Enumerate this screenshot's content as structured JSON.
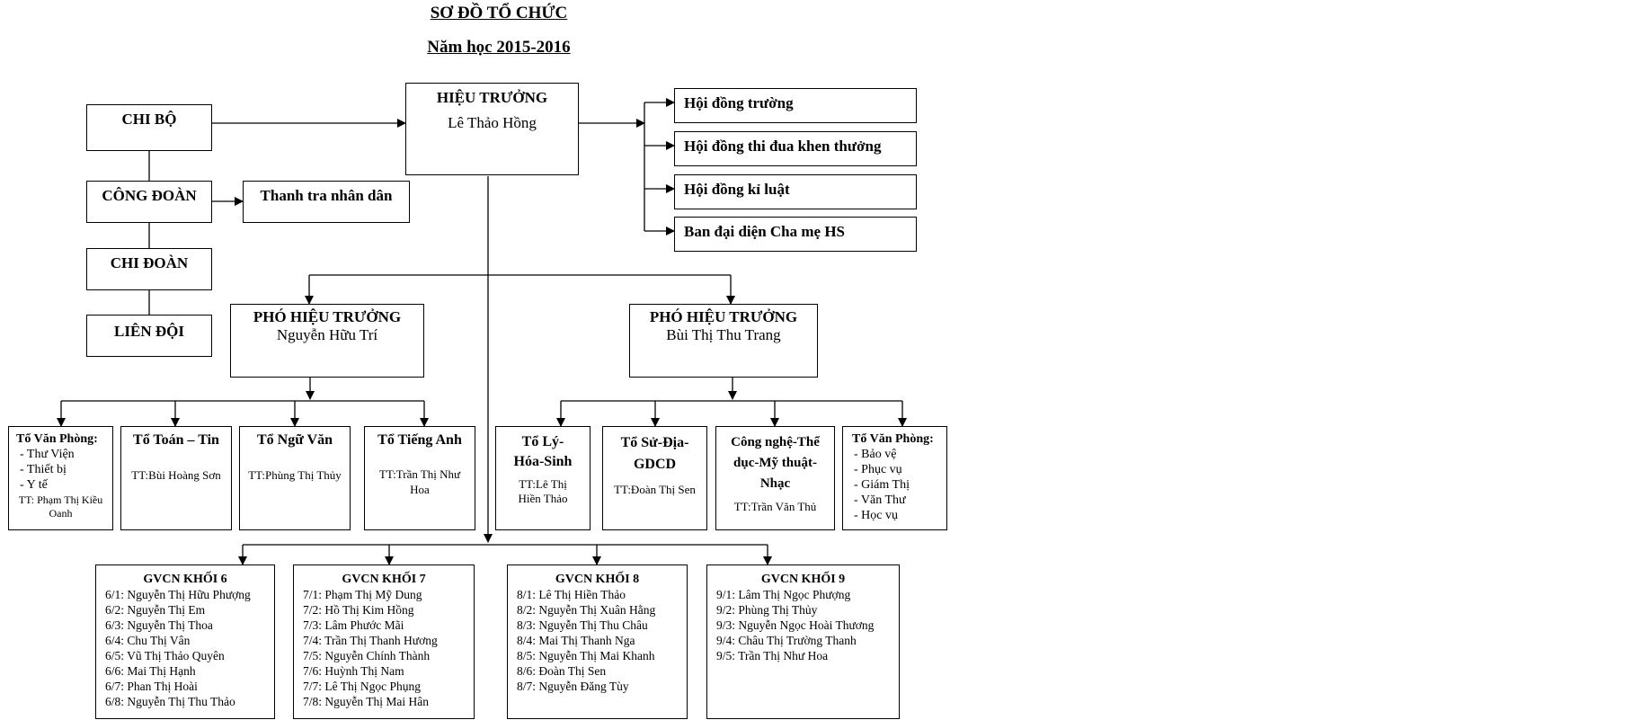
{
  "title": "SƠ ĐỒ TỔ CHỨC",
  "subtitle": "Năm học 2015-2016",
  "principal": {
    "role": "HIỆU TRƯỞNG",
    "name": "Lê Thảo Hồng"
  },
  "left_units": [
    "CHI BỘ",
    "CÔNG ĐOÀN",
    "CHI ĐOÀN",
    "LIÊN ĐỘI"
  ],
  "inspection": "Thanh tra nhân dân",
  "councils": [
    "Hội đồng trường",
    "Hội đồng thi đua khen thưởng",
    "Hội đồng kỉ luật",
    "Ban đại diện Cha mẹ HS"
  ],
  "vice_principals": [
    {
      "role": "PHÓ HIỆU TRƯỞNG",
      "name": "Nguyễn Hữu Trí"
    },
    {
      "role": "PHÓ HIỆU TRƯỞNG",
      "name": "Bùi Thị Thu Trang"
    }
  ],
  "groups": {
    "office1": {
      "title": "Tổ Văn Phòng:",
      "items": [
        "- Thư Viện",
        "- Thiết bị",
        "- Y tế"
      ],
      "leader": "TT: Phạm Thị Kiều Oanh"
    },
    "math": {
      "title": "Tổ Toán – Tin",
      "leader": "TT:Bùi Hoàng Sơn"
    },
    "literature": {
      "title": "Tổ Ngữ Văn",
      "leader": "TT:Phùng Thị Thủy"
    },
    "english": {
      "title": "Tổ Tiếng Anh",
      "leader": "TT:Trần Thị Như Hoa"
    },
    "science": {
      "title": "Tổ Lý-Hóa-Sinh",
      "leader": "TT:Lê Thị Hiền Thảo"
    },
    "history": {
      "title": "Tổ Sử-Địa-GDCD",
      "leader": "TT:Đoàn Thị Sen"
    },
    "tech": {
      "title": "Công nghệ-Thể dục-Mỹ thuật-Nhạc",
      "leader": "TT:Trần Văn Thủ"
    },
    "office2": {
      "title": "Tổ Văn Phòng:",
      "items": [
        "- Bảo vệ",
        "- Phục vụ",
        "- Giám Thị",
        "- Văn Thư",
        "- Học vụ"
      ]
    }
  },
  "homeroom": [
    {
      "title": "GVCN KHỐI 6",
      "items": [
        "6/1: Nguyễn Thị Hữu Phượng",
        "6/2: Nguyễn Thị Em",
        "6/3: Nguyễn Thị Thoa",
        "6/4: Chu Thị Vân",
        "6/5: Vũ Thị Thảo Quyên",
        "6/6: Mai Thị Hạnh",
        "6/7: Phan Thị Hoài",
        "6/8: Nguyễn Thị Thu Thảo"
      ]
    },
    {
      "title": "GVCN KHỐI 7",
      "items": [
        "7/1: Phạm Thị Mỹ Dung",
        "7/2: Hồ Thị Kim Hồng",
        "7/3: Lâm Phước Mãi",
        "7/4: Trần Thị Thanh Hương",
        "7/5: Nguyễn Chính Thành",
        "7/6: Huỳnh Thị Nam",
        "7/7: Lê Thị Ngọc Phụng",
        "7/8: Nguyễn Thị Mai Hân"
      ]
    },
    {
      "title": "GVCN KHỐI 8",
      "items": [
        "8/1: Lê Thị Hiền Thảo",
        "8/2: Nguyễn Thị Xuân Hằng",
        "8/3: Nguyễn Thị Thu Châu",
        "8/4: Mai Thị Thanh Nga",
        "8/5: Nguyễn Thị Mai Khanh",
        "8/6: Đoàn Thị Sen",
        "8/7: Nguyễn Đăng Tùy"
      ]
    },
    {
      "title": "GVCN KHỐI 9",
      "items": [
        "9/1: Lâm Thị Ngọc Phượng",
        "9/2: Phùng Thị Thủy",
        "9/3: Nguyễn Ngọc Hoài Thương",
        "9/4: Châu Thị Trường Thanh",
        "9/5: Trần Thị Như Hoa"
      ]
    }
  ]
}
